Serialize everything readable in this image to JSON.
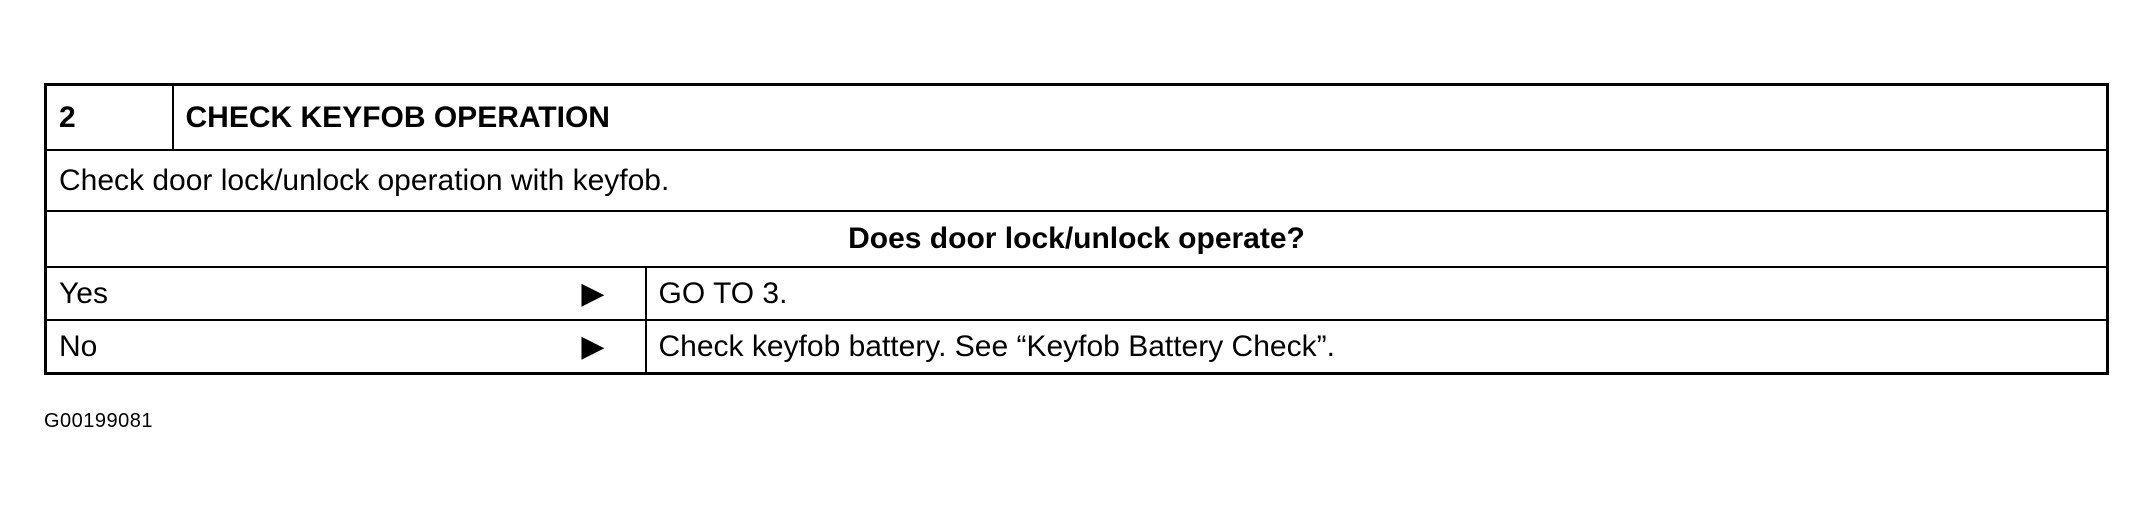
{
  "step": {
    "number": "2",
    "title": "CHECK KEYFOB OPERATION",
    "instruction": "Check door lock/unlock operation with keyfob.",
    "question": "Does door lock/unlock operate?",
    "answers": [
      {
        "label": "Yes",
        "arrow": "▶",
        "result": "GO TO 3."
      },
      {
        "label": "No",
        "arrow": "▶",
        "result": "Check keyfob battery. See “Keyfob Battery Check”."
      }
    ]
  },
  "figure_code": "G00199081"
}
